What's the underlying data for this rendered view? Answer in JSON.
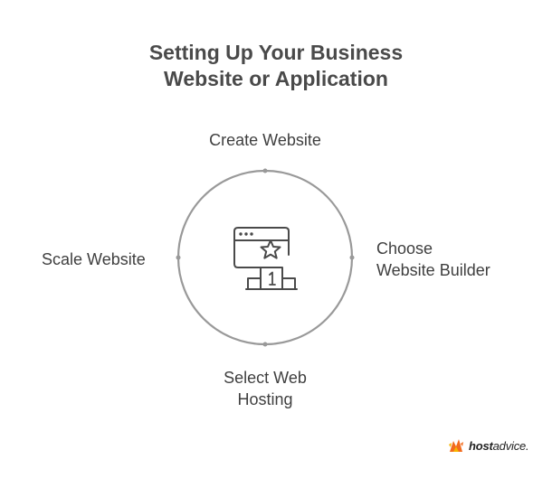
{
  "title": {
    "line1": "Setting Up Your Business",
    "line2": "Website or Application"
  },
  "steps": {
    "top": {
      "line1": "Create Website"
    },
    "right": {
      "line1": "Choose",
      "line2": "Website Builder"
    },
    "bottom": {
      "line1": "Select Web",
      "line2": "Hosting"
    },
    "left": {
      "line1": "Scale Website"
    }
  },
  "center_icon": {
    "name": "website-podium-icon",
    "podium_number": "1"
  },
  "brand": {
    "bold": "host",
    "regular": "advice."
  },
  "colors": {
    "ring": "#999999",
    "icon": "#4a4a4a",
    "text": "#3f3f3f",
    "brand_orange": "#f26b1d",
    "brand_yellow": "#f7b500"
  }
}
